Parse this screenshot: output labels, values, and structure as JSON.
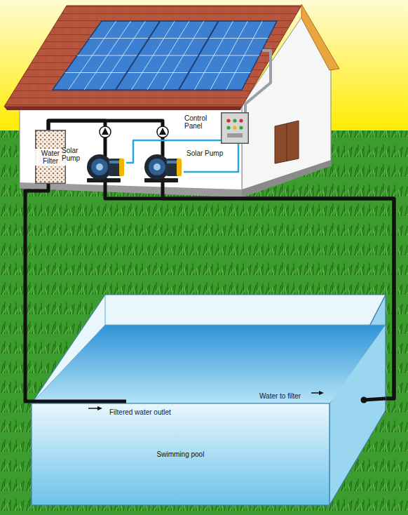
{
  "diagram": {
    "nodes": [
      {
        "text": [
          "Control Panel"
        ]
      },
      {
        "text": [
          "Water Filter"
        ]
      },
      {
        "text": [
          "Solar Pump"
        ]
      },
      {
        "text": [
          "Solar Pump"
        ]
      },
      {
        "text": [
          "Swimming pool"
        ]
      }
    ],
    "edges": [
      {
        "from": 4,
        "to": 2,
        "arrow": "none"
      },
      {
        "from": 4,
        "to": 3,
        "arrow": "none"
      },
      {
        "from": 2,
        "to": 1,
        "arrow": "none"
      },
      {
        "from": 3,
        "to": 1,
        "arrow": "none"
      },
      {
        "from": 1,
        "to": 4,
        "arrow": "none"
      },
      {
        "from": 0,
        "to": 2,
        "arrow": "none"
      },
      {
        "from": 0,
        "to": 3,
        "arrow": "none"
      }
    ],
    "labels": [
      "Filtered water outlet",
      "Water to filter"
    ]
  }
}
